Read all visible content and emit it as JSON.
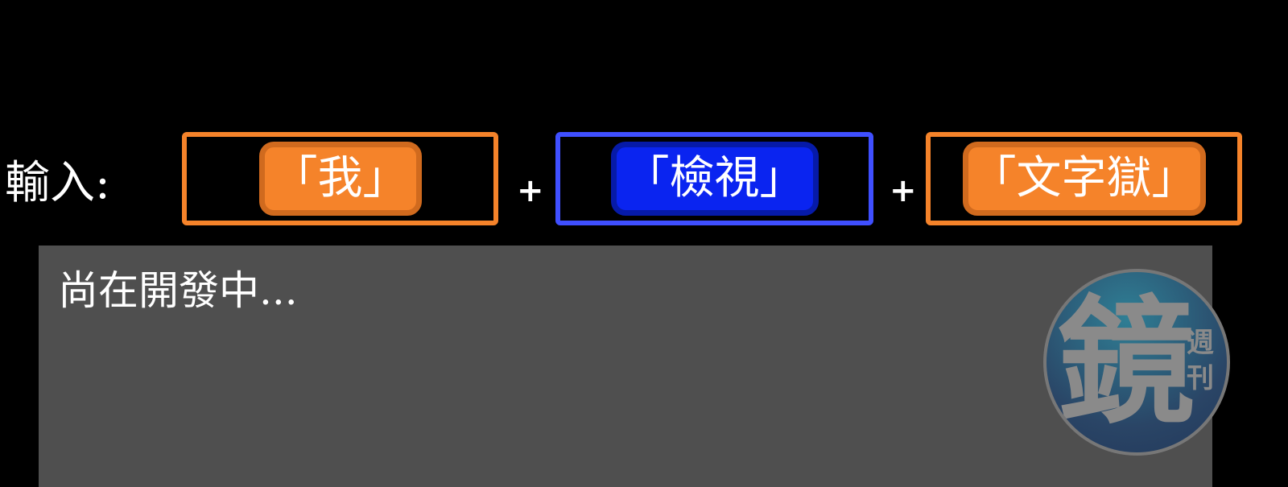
{
  "input_label": "輸入:",
  "slots": [
    {
      "text": "「我」",
      "color": "#f5832a",
      "chip_color": "#f5832a",
      "chip_border": "#d06a1e"
    },
    {
      "text": "「檢視」",
      "color": "#3f4fff",
      "chip_color": "#0a24f0",
      "chip_border": "#061aa8"
    },
    {
      "text": "「文字獄」",
      "color": "#f5832a",
      "chip_color": "#f5832a",
      "chip_border": "#d06a1e"
    }
  ],
  "plus_sign": "+",
  "output_text": "尚在開發中...",
  "watermark": {
    "main": "鏡",
    "sub": "週刊"
  }
}
